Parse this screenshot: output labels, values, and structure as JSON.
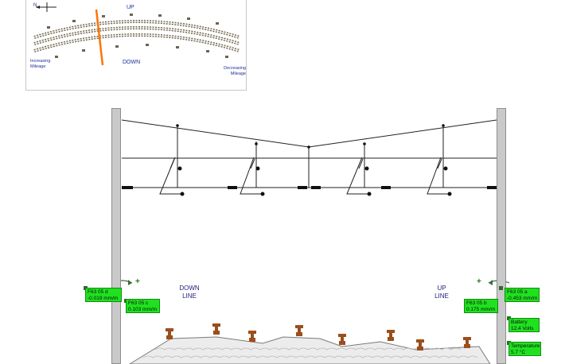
{
  "map": {
    "compass_label": "N",
    "up_label": "UP",
    "down_label": "DOWN",
    "increasing_label": "Increasing Mileage",
    "decreasing_label": "Decreasing Mileage",
    "colors": {
      "track": "#6b6450",
      "marker": "#ff7400",
      "text": "#1c2e9c"
    }
  },
  "diagram": {
    "down_line_label": "DOWN LINE",
    "up_line_label": "UP LINE",
    "polarity_left": "+",
    "polarity_right": "+"
  },
  "sensors": {
    "f63_05_d": {
      "name": "F63 05 d",
      "value": "-0.019 mm/m"
    },
    "f63_05_c": {
      "name": "F63 05 c",
      "value": "0.103 mm/m"
    },
    "f63_05_a": {
      "name": "F63 05 a",
      "value": "-0.453 mm/m"
    },
    "f63_05_b": {
      "name": "F63 05 b",
      "value": "0.175 mm/m"
    },
    "battery": {
      "name": "Battery",
      "value": "12.4 Volts"
    },
    "temperature": {
      "name": "Temperature",
      "value": "5.7 °C"
    }
  },
  "colors": {
    "sensor_bg": "#1fe21f",
    "pole": "#c9c9c9",
    "ballast": "#e9e9e9",
    "rail": "#9b4e1c",
    "line": "#222222"
  }
}
